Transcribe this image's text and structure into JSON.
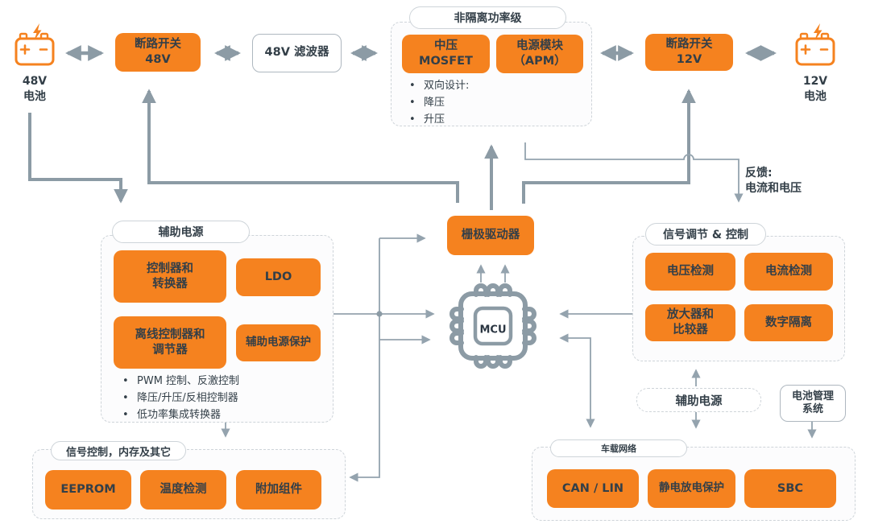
{
  "accent": {
    "orange": "#F5821F",
    "line_gray": "#8C9BA5",
    "thin_line_gray": "#94A3AE",
    "dark_text": "#333F48"
  },
  "icons": {
    "battery_48v": "battery-with-bolt-icon",
    "battery_12v": "battery-with-bolt-icon",
    "mcu_chip": "microchip-icon",
    "connectors": "arrow-connector-lines"
  },
  "top_row": {
    "battery_48v_label": "48V\n电池",
    "breaker_48v_label": "断路开关\n48V",
    "filter_48v_label": "48V 滤波器",
    "breaker_12v_label": "断路开关\n12V",
    "battery_12v_label": "12V\n电池"
  },
  "power_stage_group": {
    "title": "非隔离功率级",
    "mosfet_label": "中压\nMOSFET",
    "apm_label": "电源模块\n（APM）",
    "bullets": [
      "双向设计:",
      "降压",
      "升压"
    ]
  },
  "feedback_note": "反馈:\n电流和电压",
  "gate_driver_label": "栅极驱动器",
  "mcu_label": "MCU",
  "aux_power_group": {
    "title": "辅助电源",
    "boxes": [
      "控制器和\n转换器",
      "LDO",
      "离线控制器和\n调节器",
      "辅助电源保护"
    ],
    "bullets": [
      "PWM 控制、反激控制",
      "降压/升压/反相控制器",
      "低功率集成转换器"
    ]
  },
  "signal_cond_group": {
    "title": "信号调节 & 控制",
    "boxes": [
      "电压检测",
      "电流检测",
      "放大器和\n比较器",
      "数字隔离"
    ]
  },
  "signal_ctrl_group": {
    "title": "信号控制，内存及其它",
    "boxes": [
      "EEPROM",
      "温度检测",
      "附加组件"
    ]
  },
  "vehicle_network_group": {
    "title": "车载网络",
    "boxes": [
      "CAN / LIN",
      "静电放电保护",
      "SBC"
    ]
  },
  "aux_power_pill_label": "辅助电源",
  "bms_label": "电池管理\n系统"
}
